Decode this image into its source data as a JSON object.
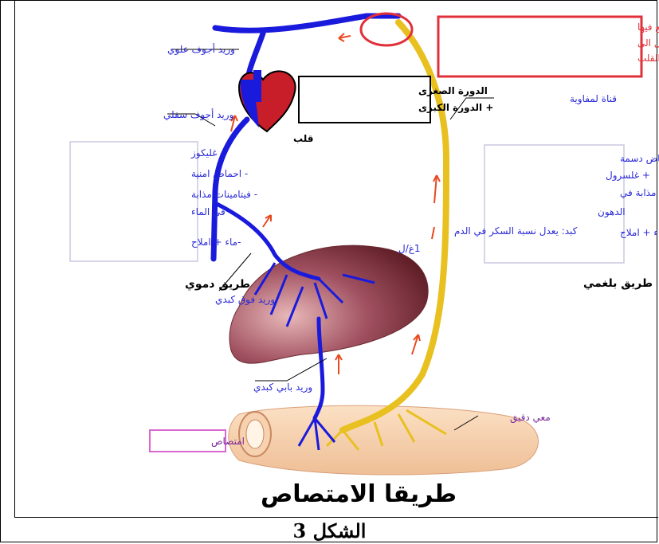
{
  "diagram": {
    "subclavian_note": {
      "line1": "وريد تحت الترقوة: تتجمع فيها",
      "line2": "مغذيات الدم و اللمف لتنقل الى",
      "line3": "القلب"
    },
    "superior_vena_cava": "وريد أجوف علوي",
    "inferior_vena_cava": "وريد أجوف سفلي",
    "heart": "قلب",
    "circulation_box": {
      "line1": "الدورة الصغرى",
      "line2": "+ الدورة الكبرى"
    },
    "lymph_duct": "قناة لمفاوية",
    "blood_nutrients": [
      "- غليكوز",
      "- احماض امنية",
      "- فيتامينات مذابة",
      "في الماء",
      "-ماء + املاح"
    ],
    "lymph_nutrients": [
      "- احماض دسمة",
      "+ غلسرول",
      "- فيتامينات مذابة في",
      "الدهون",
      "-ماء + املاح"
    ],
    "liver_note": {
      "line1": "كبد: يعدل نسبة السكر في الدم",
      "line2": "1غ/ل"
    },
    "blood_route": "طريق دموي",
    "lymph_route": "طريق بلغمي",
    "hepatic_vein": "وريد فوق كبدي",
    "portal_vein": "وريد بابي كبدي",
    "small_intestine": "معي دقيق",
    "absorption": "امتصاص",
    "title": "طريقا الامتصاص"
  },
  "caption": "الشكل 3",
  "colors": {
    "blue_vessel": "#1a1adc",
    "lymph_vessel": "#e8c020",
    "red_note": "#e0303a",
    "liver": "#8a3a44",
    "intestine": "#f2c8a2"
  }
}
